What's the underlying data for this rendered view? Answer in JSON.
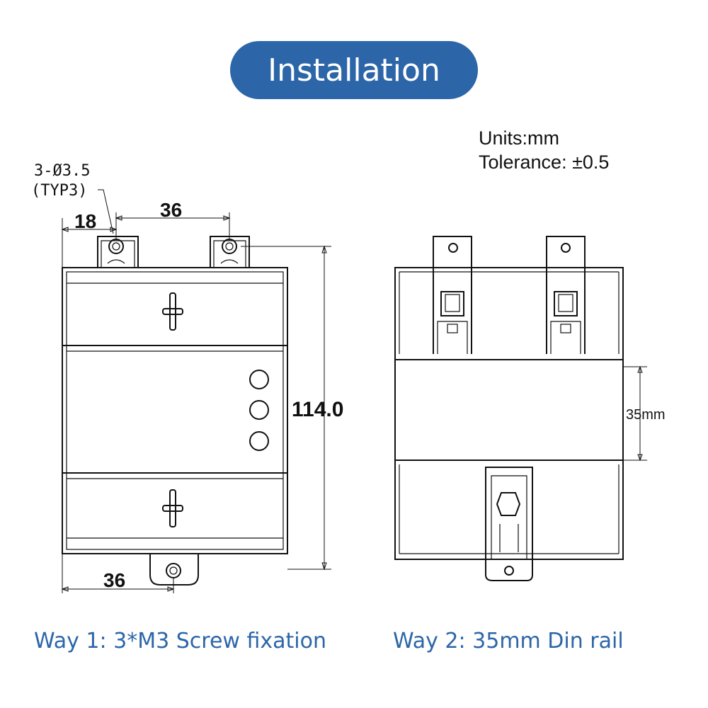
{
  "header": {
    "title": "Installation"
  },
  "units_note": {
    "line1": "Units:mm",
    "line2": "Tolerance: ±0.5"
  },
  "left_drawing": {
    "hole_spec": "3-Ø3.5",
    "hole_typ": "(TYP3)",
    "dim_top_left": "18",
    "dim_top_spacing": "36",
    "dim_height": "114.0",
    "dim_bottom": "36"
  },
  "right_drawing": {
    "dim_rail": "35mm"
  },
  "captions": {
    "way1": "Way 1: 3*M3 Screw fixation",
    "way2": "Way 2: 35mm Din rail"
  }
}
